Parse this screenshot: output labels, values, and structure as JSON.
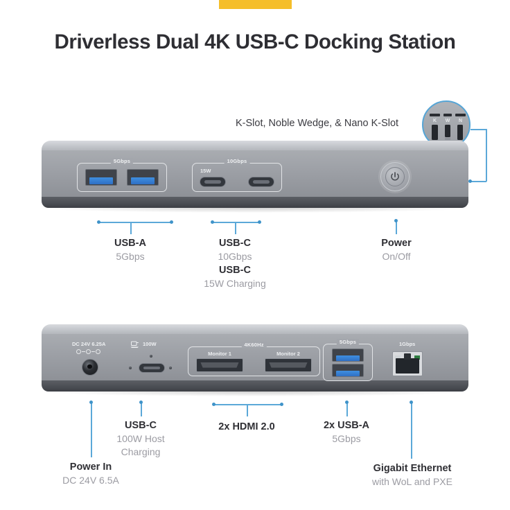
{
  "page": {
    "title": "Driverless Dual 4K USB-C Docking Station",
    "accent_color": "#F5BE2A",
    "leader_color": "#5BA8D8"
  },
  "front_panel": {
    "kslot_caption": "K-Slot, Noble Wedge, & Nano K-Slot",
    "kslot_magnifier": {
      "letters": [
        "K",
        "W",
        "N"
      ]
    },
    "port_groups": {
      "usba_group_label": "5Gbps",
      "usbc_group_label": "10Gbps",
      "usbc_charge_tag": "15W"
    },
    "callouts": [
      {
        "main": "USB-A",
        "sub": "5Gbps"
      },
      {
        "main": "USB-C",
        "sub": "10Gbps"
      },
      {
        "main": "USB-C",
        "sub": "15W Charging"
      },
      {
        "main": "Power",
        "sub": "On/Off"
      }
    ]
  },
  "rear_panel": {
    "dc_label": "DC 24V 6.25A",
    "host_label": "100W",
    "hdmi_group_label": "4K60Hz",
    "hdmi_ports": [
      "Monitor 1",
      "Monitor 2"
    ],
    "usba_group_label": "5Gbps",
    "ethernet_label": "1Gbps",
    "callouts": [
      {
        "main": "Power In",
        "sub": "DC 24V 6.5A"
      },
      {
        "main": "USB-C",
        "sub": "100W Host",
        "sub2": "Charging"
      },
      {
        "main": "2x HDMI 2.0",
        "sub": ""
      },
      {
        "main": "2x USB-A",
        "sub": "5Gbps"
      },
      {
        "main": "Gigabit Ethernet",
        "sub": "with WoL and PXE"
      }
    ]
  }
}
